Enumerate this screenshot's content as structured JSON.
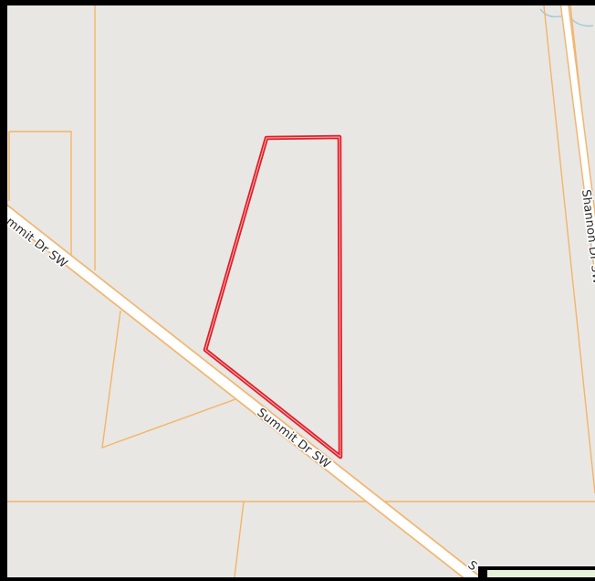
{
  "map": {
    "colors": {
      "land": "#e8e7e4",
      "frame": "#000000",
      "parcel_line": "#f5b466",
      "road_fill": "#ffffff",
      "road_casing": "#f2b670",
      "highlight": "#e0202a",
      "water": "#a8c8d8",
      "park": "#e6f2d8"
    },
    "roads": {
      "summit_label_left": "mmit Dr SW",
      "summit_label_center": "Summit Dr SW",
      "summit_label_right": "S",
      "shannon_label": "Shannon Dr SW"
    },
    "highlighted_parcel": {
      "name": "selected-parcel"
    }
  }
}
